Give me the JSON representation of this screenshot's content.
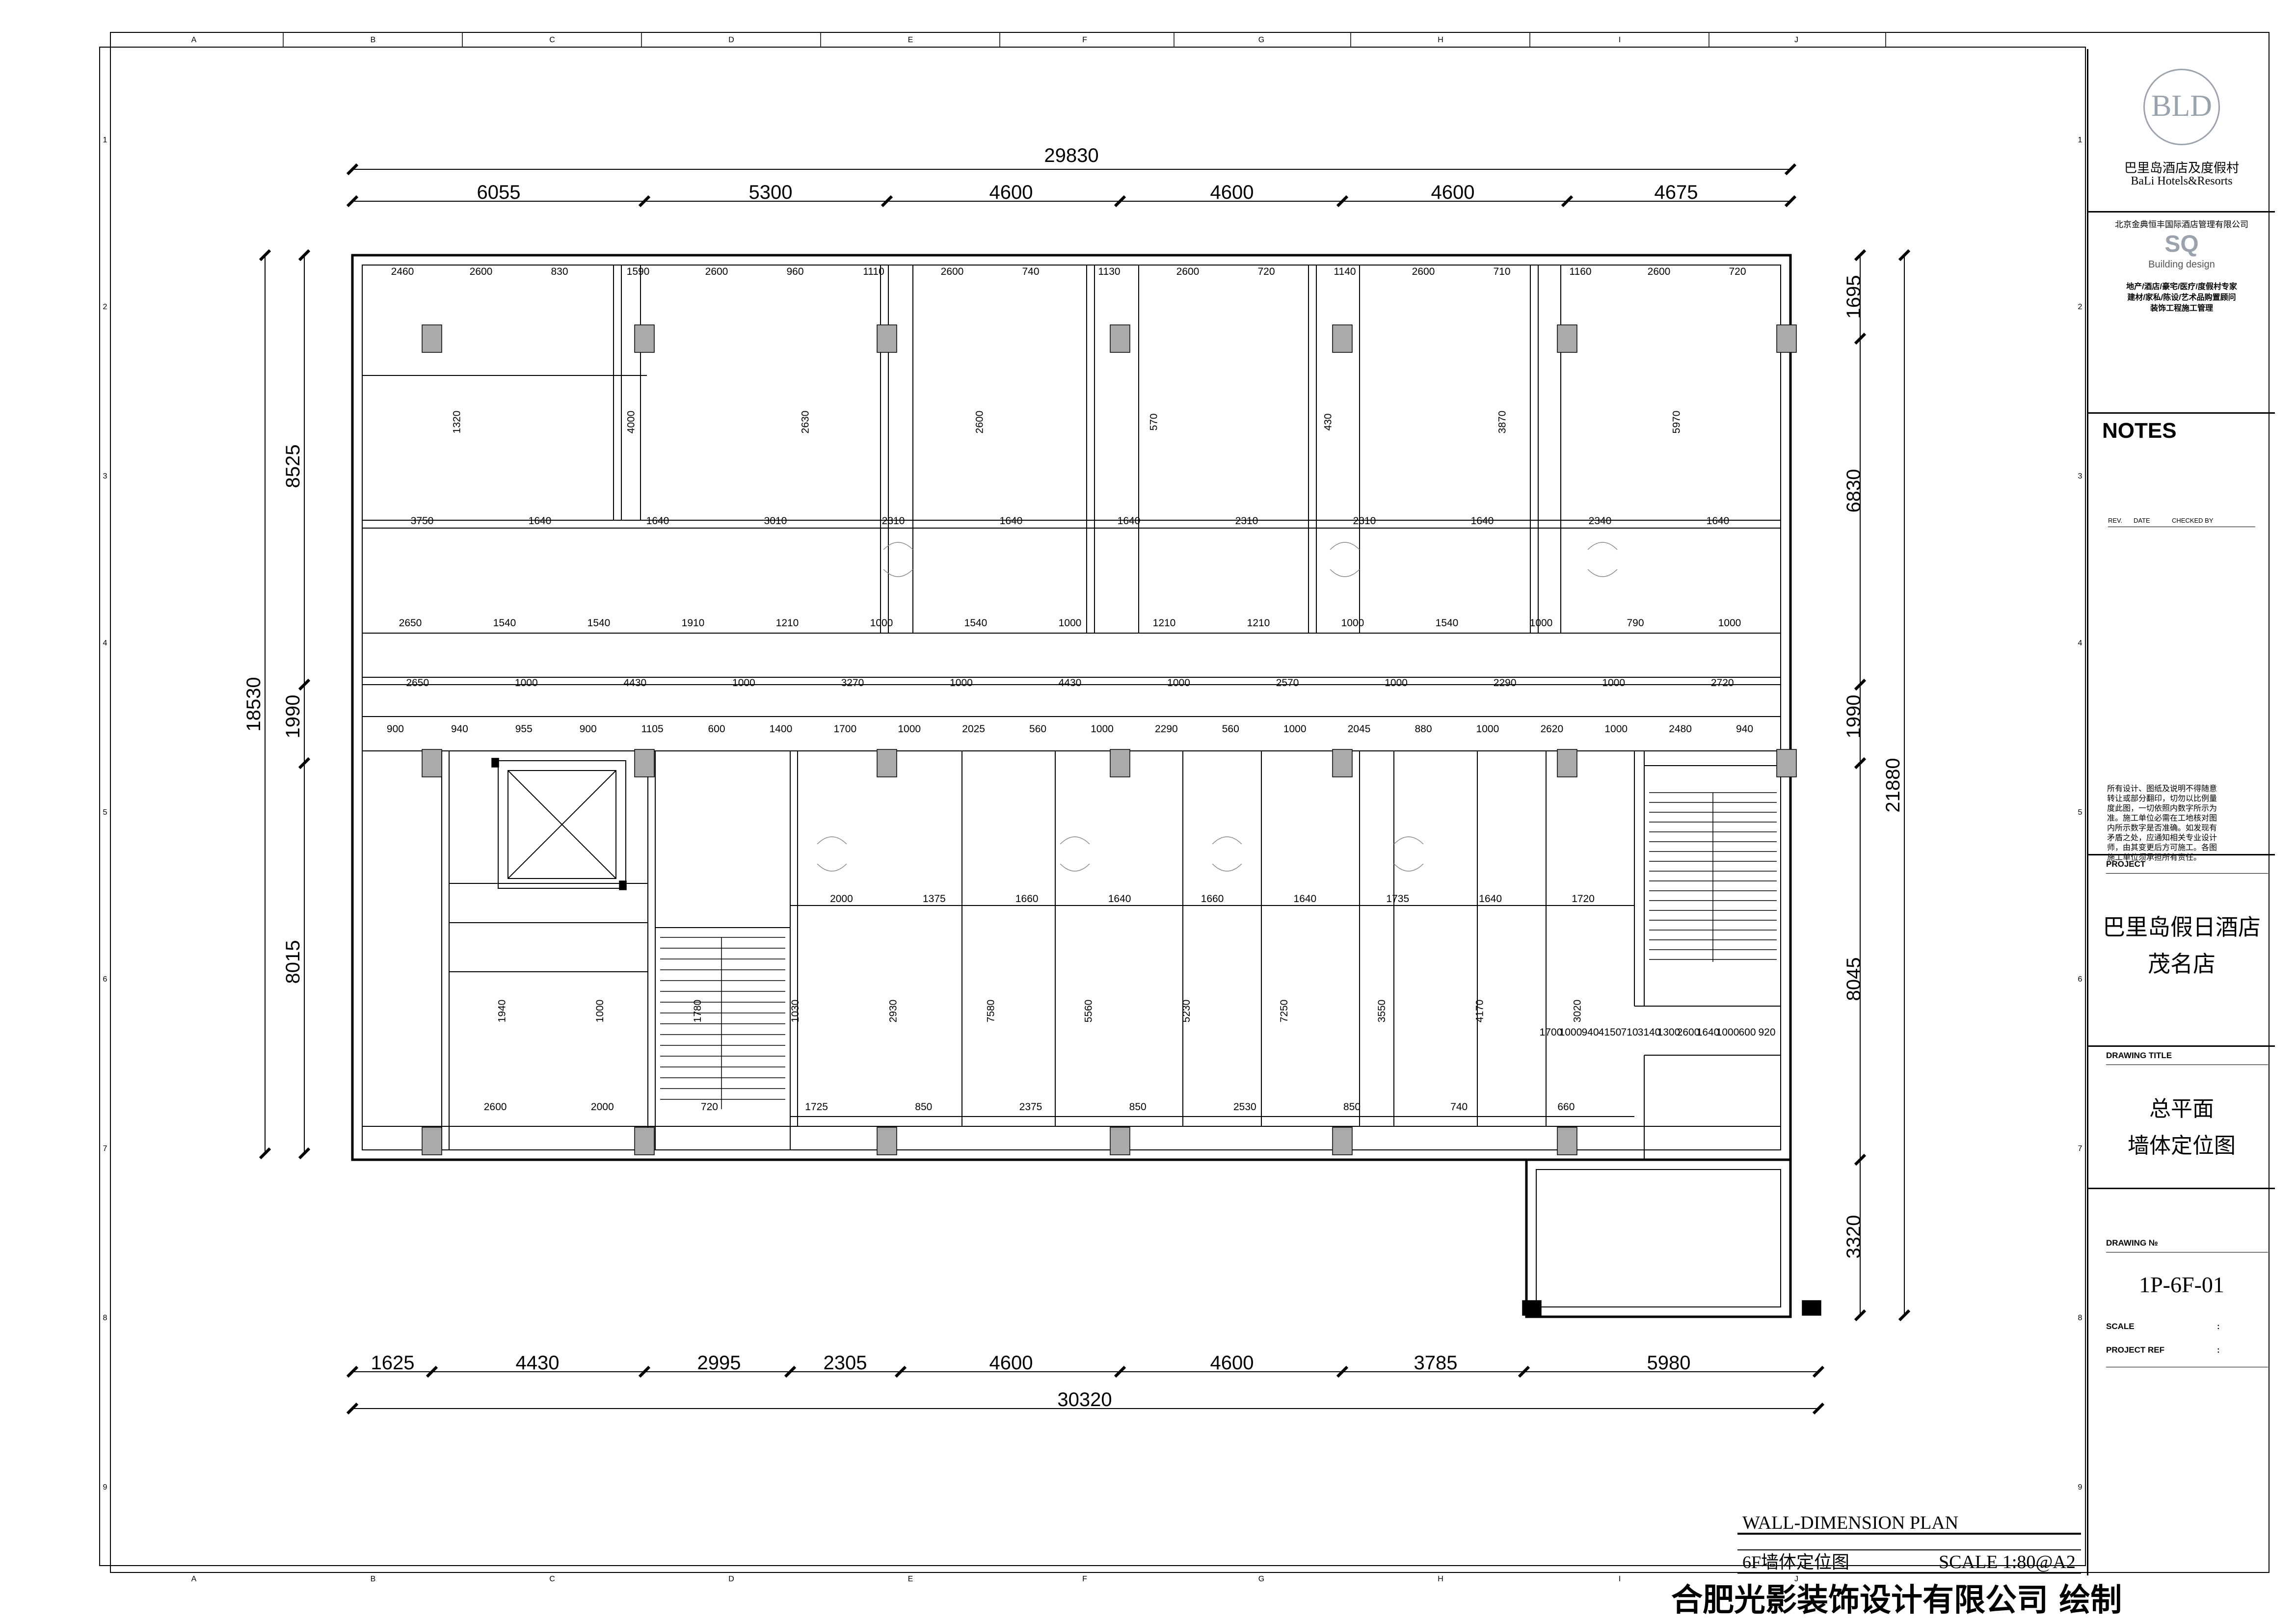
{
  "grid": {
    "columns": [
      "A",
      "B",
      "C",
      "D",
      "E",
      "F",
      "G",
      "H",
      "I",
      "J"
    ],
    "rows": [
      "1",
      "2",
      "3",
      "4",
      "5",
      "6",
      "7",
      "8",
      "9"
    ]
  },
  "plan": {
    "top_total": "29830",
    "top_segments": [
      "6055",
      "5300",
      "4600",
      "4600",
      "4600",
      "4675"
    ],
    "bottom_total": "30320",
    "bottom_segments": [
      "1625",
      "4430",
      "2995",
      "2305",
      "4600",
      "4600",
      "3785",
      "5980"
    ],
    "left_total": "18530",
    "left_segments": [
      "8525",
      "1990",
      "8015"
    ],
    "right_total": "21880",
    "right_segments": [
      "1695",
      "6830",
      "1990",
      "8045",
      "3320"
    ],
    "row1_dims": [
      "2460",
      "2600",
      "830",
      "1590",
      "2600",
      "960",
      "1110",
      "2600",
      "740",
      "1130",
      "2600",
      "720",
      "1140",
      "2600",
      "710",
      "1160",
      "2600",
      "720"
    ],
    "row1_small": [
      "1320",
      "4000",
      "2630",
      "2600",
      "570",
      "430",
      "3870",
      "5970"
    ],
    "corridor_upper": [
      "3750",
      "1640",
      "1640",
      "3010",
      "2310",
      "1640",
      "1640",
      "2310",
      "2310",
      "1640",
      "2340",
      "1640"
    ],
    "corridor_mid": [
      "2650",
      "1540",
      "1540",
      "1910",
      "1210",
      "1000",
      "1540",
      "1000",
      "1210",
      "1210",
      "1000",
      "1540",
      "1000",
      "790",
      "1000"
    ],
    "corridor_low": [
      "2650",
      "1000",
      "4430",
      "1000",
      "3270",
      "1000",
      "4430",
      "1000",
      "2570",
      "1000",
      "2290",
      "1000",
      "2720"
    ],
    "corridor_bottom": [
      "900",
      "940",
      "955",
      "900",
      "1105",
      "600",
      "1400",
      "1700",
      "1000",
      "2025",
      "560",
      "1000",
      "2290",
      "560",
      "1000",
      "2045",
      "880",
      "1000",
      "2620",
      "1000",
      "2480",
      "940"
    ],
    "lower_dims": [
      "2000",
      "1375",
      "1660",
      "1640",
      "1660",
      "1640",
      "1735",
      "1640",
      "1720",
      "1940",
      "1000",
      "1780",
      "1030",
      "2930",
      "7580",
      "5560",
      "5230",
      "7250",
      "3550",
      "4170",
      "3020"
    ],
    "base_row": [
      "2600",
      "2000",
      "720",
      "1725",
      "850",
      "2375",
      "850",
      "2530",
      "850",
      "740",
      "660"
    ],
    "annex_dims": [
      "1700",
      "1000",
      "940",
      "4150",
      "710",
      "3140",
      "1300",
      "2600",
      "1640",
      "1000",
      "600",
      "920"
    ]
  },
  "titleblock": {
    "logo_mark": "BLD",
    "brand_cn": "巴里岛酒店及度假村",
    "brand_en": "BaLi Hotels&Resorts",
    "mgmt": "北京金典恒丰国际酒店管理有限公司",
    "design_logo": "SQ",
    "design_en": "Building design",
    "services": [
      "地产/酒店/豪宅/医疗/度假村专家",
      "建材/家私/陈设/艺术品购置顾问",
      "装饰工程施工管理"
    ],
    "notes_title": "NOTES",
    "rev_cols": [
      "REV.",
      "DATE",
      "CHECKED BY"
    ],
    "disclaimer": [
      "所有设计、图纸及说明不得随意",
      "转让或部分翻印，切勿以比例量",
      "度此图，一切依照内数字所示为",
      "准。施工单位必需在工地核对图",
      "内所示数字是否准确。如发现有",
      "矛盾之处，应通知相关专业设计",
      "师，由其变更后方可施工。各图",
      "施工单位须承担所有责任。"
    ],
    "project_label": "PROJECT",
    "project_name": [
      "巴里岛假日酒店",
      "茂名店"
    ],
    "drawing_title_label": "DRAWING  TITLE",
    "drawing_title": [
      "总平面",
      "墙体定位图"
    ],
    "drawing_no_label": "DRAWING №",
    "drawing_no": "1P-6F-01",
    "scale_label": "SCALE",
    "project_ref_label": "PROJECT REF",
    "colon": ":"
  },
  "footer": {
    "plan_name_en": "WALL-DIMENSION PLAN",
    "plan_name_cn": "6F墙体定位图",
    "scale": "SCALE  1:80@A2",
    "company": "合肥光影装饰设计有限公司 绘制"
  }
}
